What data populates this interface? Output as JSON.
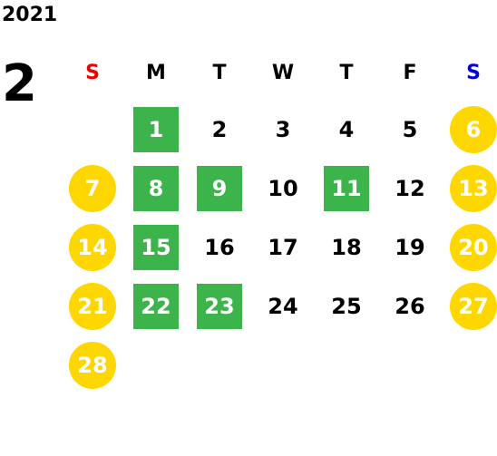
{
  "calendar": {
    "year": "2021",
    "month": "2",
    "weekdays": [
      {
        "label": "S",
        "color": "#ee0000"
      },
      {
        "label": "M",
        "color": "#000000"
      },
      {
        "label": "T",
        "color": "#000000"
      },
      {
        "label": "W",
        "color": "#000000"
      },
      {
        "label": "T",
        "color": "#000000"
      },
      {
        "label": "F",
        "color": "#000000"
      },
      {
        "label": "S",
        "color": "#0000dd"
      }
    ],
    "styles": {
      "weekend_circle": "#ffd700",
      "holiday_square": "#3cb44b"
    },
    "weeks": [
      [
        null,
        {
          "d": "1",
          "style": "holiday"
        },
        {
          "d": "2",
          "style": "normal"
        },
        {
          "d": "3",
          "style": "normal"
        },
        {
          "d": "4",
          "style": "normal"
        },
        {
          "d": "5",
          "style": "normal"
        },
        {
          "d": "6",
          "style": "weekend"
        }
      ],
      [
        {
          "d": "7",
          "style": "weekend"
        },
        {
          "d": "8",
          "style": "holiday"
        },
        {
          "d": "9",
          "style": "holiday"
        },
        {
          "d": "10",
          "style": "normal"
        },
        {
          "d": "11",
          "style": "holiday"
        },
        {
          "d": "12",
          "style": "normal"
        },
        {
          "d": "13",
          "style": "weekend"
        }
      ],
      [
        {
          "d": "14",
          "style": "weekend"
        },
        {
          "d": "15",
          "style": "holiday"
        },
        {
          "d": "16",
          "style": "normal"
        },
        {
          "d": "17",
          "style": "normal"
        },
        {
          "d": "18",
          "style": "normal"
        },
        {
          "d": "19",
          "style": "normal"
        },
        {
          "d": "20",
          "style": "weekend"
        }
      ],
      [
        {
          "d": "21",
          "style": "weekend"
        },
        {
          "d": "22",
          "style": "holiday"
        },
        {
          "d": "23",
          "style": "holiday"
        },
        {
          "d": "24",
          "style": "normal"
        },
        {
          "d": "25",
          "style": "normal"
        },
        {
          "d": "26",
          "style": "normal"
        },
        {
          "d": "27",
          "style": "weekend"
        }
      ],
      [
        {
          "d": "28",
          "style": "weekend"
        },
        null,
        null,
        null,
        null,
        null,
        null
      ]
    ]
  }
}
